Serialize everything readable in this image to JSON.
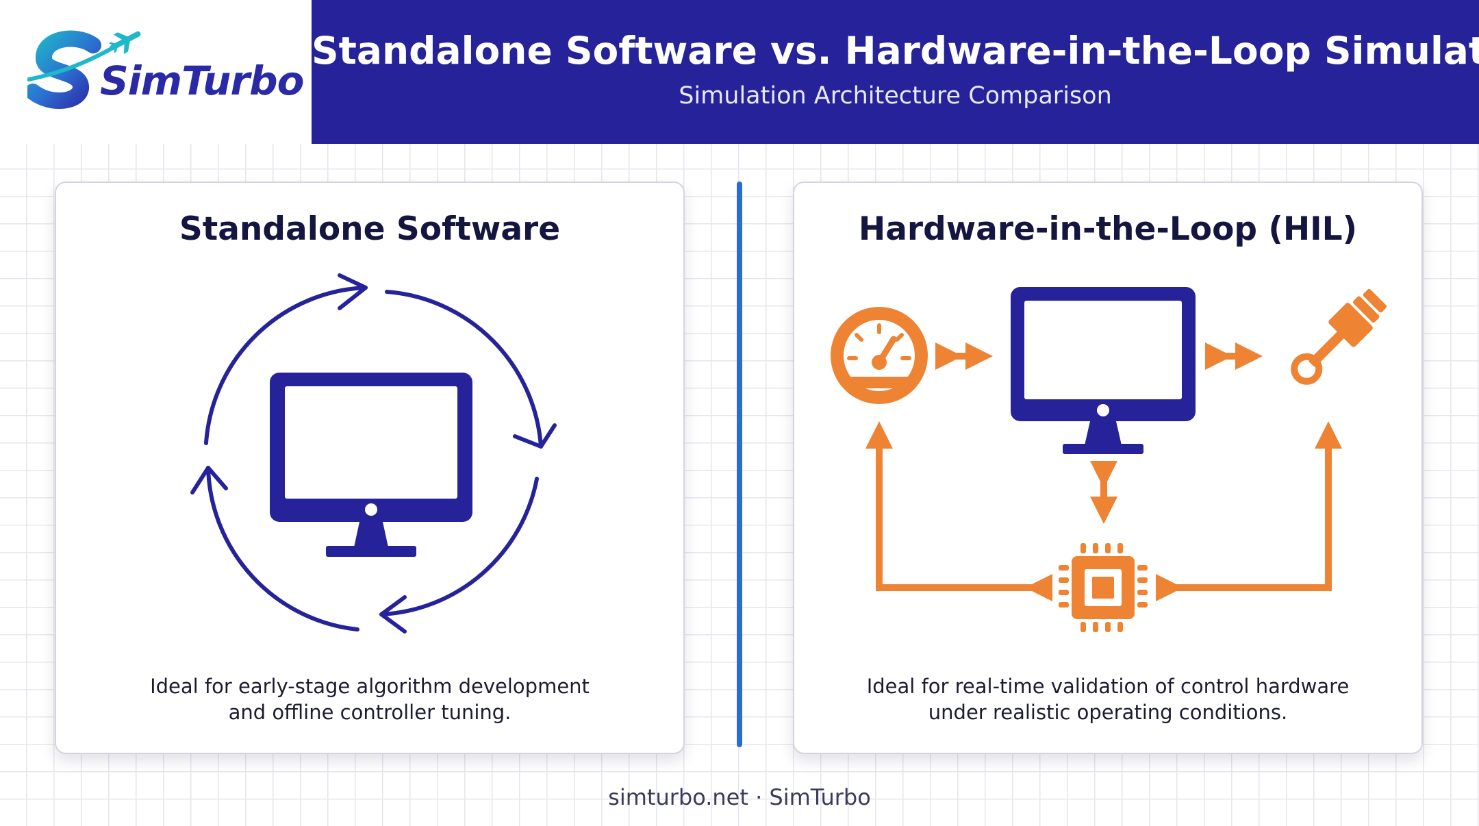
{
  "brand": {
    "name": "SimTurbo",
    "logo_icon": "s-airplane-logo-icon",
    "colors": {
      "navy": "#26239a",
      "blue": "#2b2aa6",
      "teal": "#1fb8c9",
      "orange": "#ee8433"
    }
  },
  "header": {
    "title": "Standalone Software vs. Hardware-in-the-Loop Simulation",
    "subtitle": "Simulation Architecture Comparison"
  },
  "panels": [
    {
      "title": "Standalone Software",
      "description_lines": [
        "Ideal for early-stage algorithm development",
        "and offline controller tuning."
      ],
      "icons": [
        "monitor-icon",
        "circular-arrows-icon"
      ]
    },
    {
      "title": "Hardware-in-the-Loop (HIL)",
      "description_lines": [
        "Ideal for real-time validation of control hardware",
        "under realistic operating conditions."
      ],
      "icons": [
        "gauge-icon",
        "monitor-icon",
        "actuator-icon",
        "microchip-icon",
        "bidirectional-arrow-icon"
      ]
    }
  ],
  "footer": {
    "text": "simturbo.net · SimTurbo"
  }
}
